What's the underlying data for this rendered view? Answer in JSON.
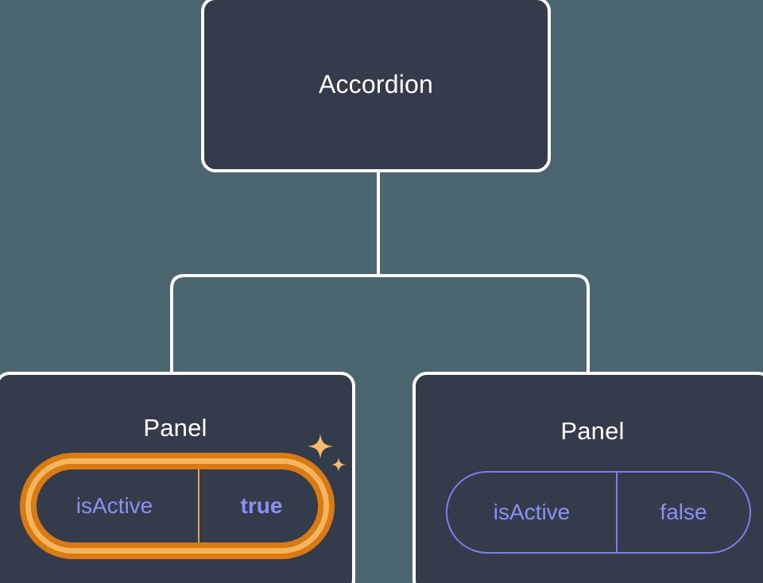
{
  "diagram": {
    "type": "component-tree",
    "background_color": "#4c6670",
    "node_fill_color": "#343b4b",
    "node_border_color": "#ffffff",
    "edge_color": "#ffffff",
    "accent_active_color": "#f5b55c",
    "accent_active_glow_color": "#d97b12",
    "accent_inactive_color": "#7b80e8",
    "prop_text_color": "#8b90f2"
  },
  "root": {
    "label": "Accordion"
  },
  "children": [
    {
      "label": "Panel",
      "highlighted": true,
      "prop": {
        "key": "isActive",
        "value": "true",
        "value_bold": true
      },
      "sparkle_icon": "sparkles-icon"
    },
    {
      "label": "Panel",
      "highlighted": false,
      "prop": {
        "key": "isActive",
        "value": "false",
        "value_bold": false
      }
    }
  ]
}
